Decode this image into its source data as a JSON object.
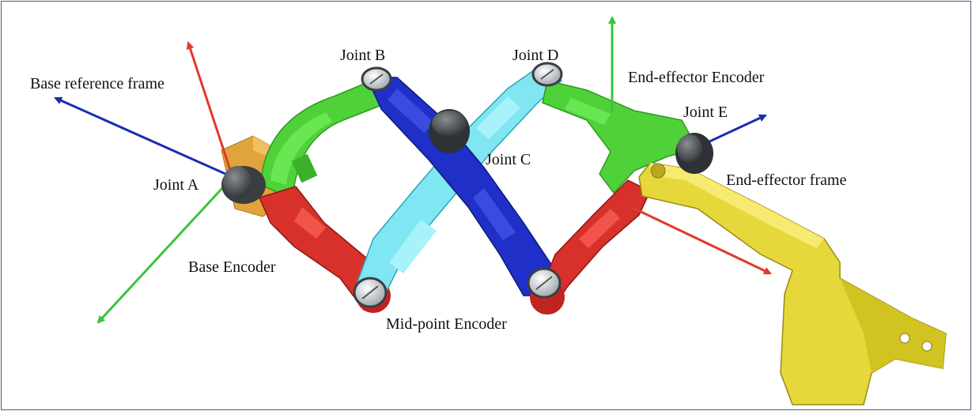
{
  "labels": {
    "joint_a": "Joint A",
    "joint_b": "Joint B",
    "joint_c": "Joint C",
    "joint_d": "Joint D",
    "joint_e": "Joint E",
    "base_reference_frame": "Base reference frame",
    "base_encoder": "Base Encoder",
    "mid_point_encoder": "Mid-point Encoder",
    "end_effector_encoder": "End-effector Encoder",
    "end_effector_frame": "End-effector frame"
  },
  "colors": {
    "axis_x": "#e03a2a",
    "axis_y": "#3cc43c",
    "axis_z": "#1a2db0",
    "link_green": "#4fd13a",
    "link_red": "#d8302a",
    "link_blue": "#1f2fc8",
    "link_cyan": "#7fe6f2",
    "effector_yellow": "#e6d83a",
    "base_orange": "#e0a43a",
    "encoder_gray": "#4a4e52",
    "border": "#4a5a7a"
  }
}
